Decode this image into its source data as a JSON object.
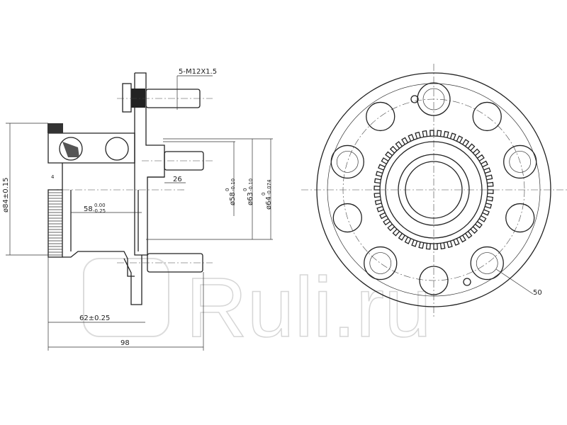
{
  "watermark": "Ruli.ru",
  "side_view": {
    "thread_label": "5-M12X1.5",
    "outer_diameter": "ø84±0.15",
    "dim_4": "4",
    "dim_26": "26",
    "bore_length": {
      "nominal": "58",
      "upper": "0.00",
      "lower": "-0.25"
    },
    "pilot_58": {
      "nominal": "ø58",
      "upper": "0",
      "lower": "-0.10"
    },
    "pilot_63": {
      "nominal": "ø63",
      "upper": "0",
      "lower": "-0.10"
    },
    "pilot_64": {
      "nominal": "ø64",
      "upper": "0",
      "lower": "-0.074"
    },
    "flange_offset": "62±0.25",
    "overall_length": "98"
  },
  "front_view": {
    "abs_ring_label": "50"
  }
}
